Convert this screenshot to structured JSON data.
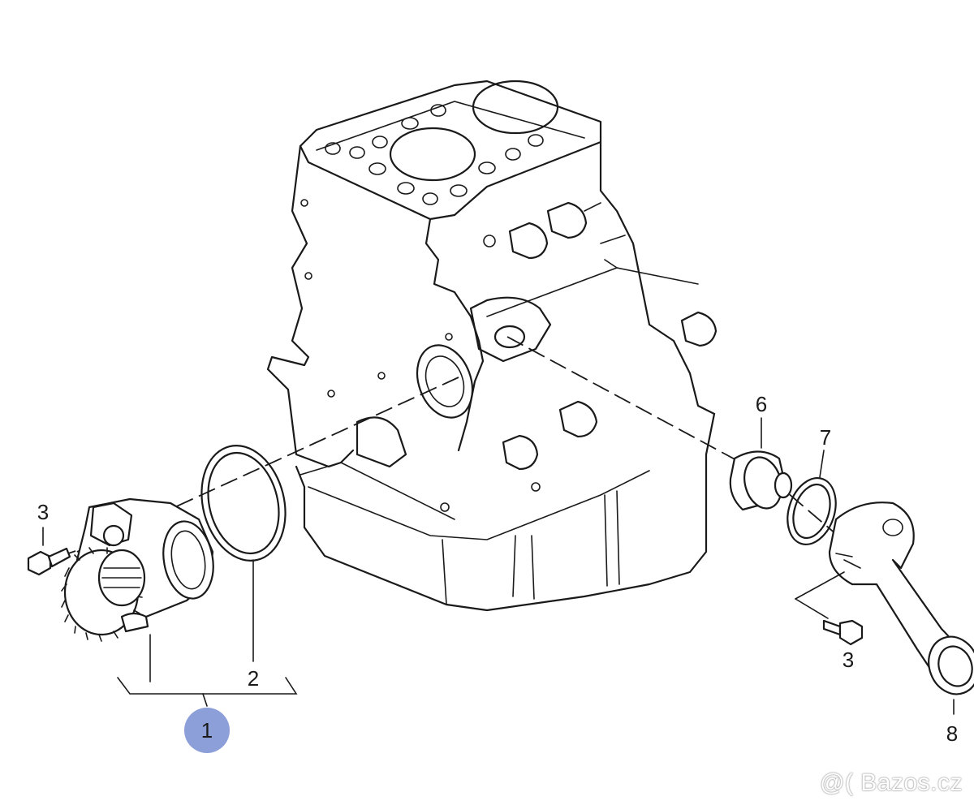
{
  "callouts": {
    "c1": "1",
    "c2": "2",
    "c3a": "3",
    "c3b": "3",
    "c6": "6",
    "c7": "7",
    "c8": "8"
  },
  "badge_color": "#8c9fd8",
  "watermark": "Bazos.cz"
}
